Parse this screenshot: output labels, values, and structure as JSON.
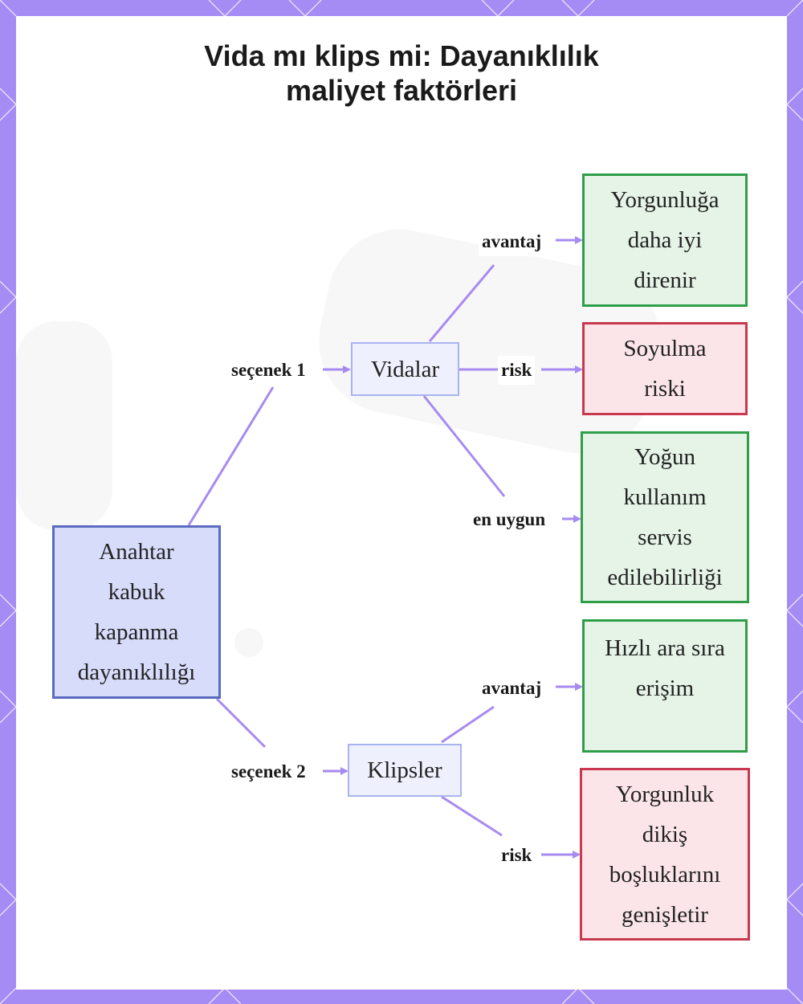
{
  "title": {
    "lines": [
      "Vida mı klips mi: Dayanıklılık",
      "maliyet faktörleri"
    ]
  },
  "colors": {
    "frame": "#a58cf5",
    "edge": "#a78bf0",
    "root_fill": "#d8dcfb",
    "root_border": "#5a6cc0",
    "option_border": "#a9b4ef",
    "pro_border": "#2e9e48",
    "risk_border": "#c9384e"
  },
  "nodes": {
    "root": {
      "lines": [
        "Anahtar",
        "kabuk",
        "kapanma",
        "dayanıklılığı"
      ]
    },
    "screws": {
      "lines": [
        "Vidalar"
      ]
    },
    "clips": {
      "lines": [
        "Klipsler"
      ]
    },
    "screws_pro": {
      "lines": [
        "Yorgunluğa",
        "daha iyi",
        "direnir"
      ]
    },
    "screws_risk": {
      "lines": [
        "Soyulma",
        "riski"
      ]
    },
    "screws_best": {
      "lines": [
        "Yoğun",
        "kullanım",
        "servis",
        "edilebilirliği"
      ]
    },
    "clips_pro": {
      "lines": [
        "Hızlı ara sıra",
        "erişim"
      ]
    },
    "clips_risk": {
      "lines": [
        "Yorgunluk",
        "dikiş",
        "boşluklarını",
        "genişletir"
      ]
    }
  },
  "edges": {
    "option1": "seçenek 1",
    "option2": "seçenek 2",
    "screws_pro": "avantaj",
    "screws_risk": "risk",
    "screws_best": "en uygun",
    "clips_pro": "avantaj",
    "clips_risk": "risk"
  }
}
